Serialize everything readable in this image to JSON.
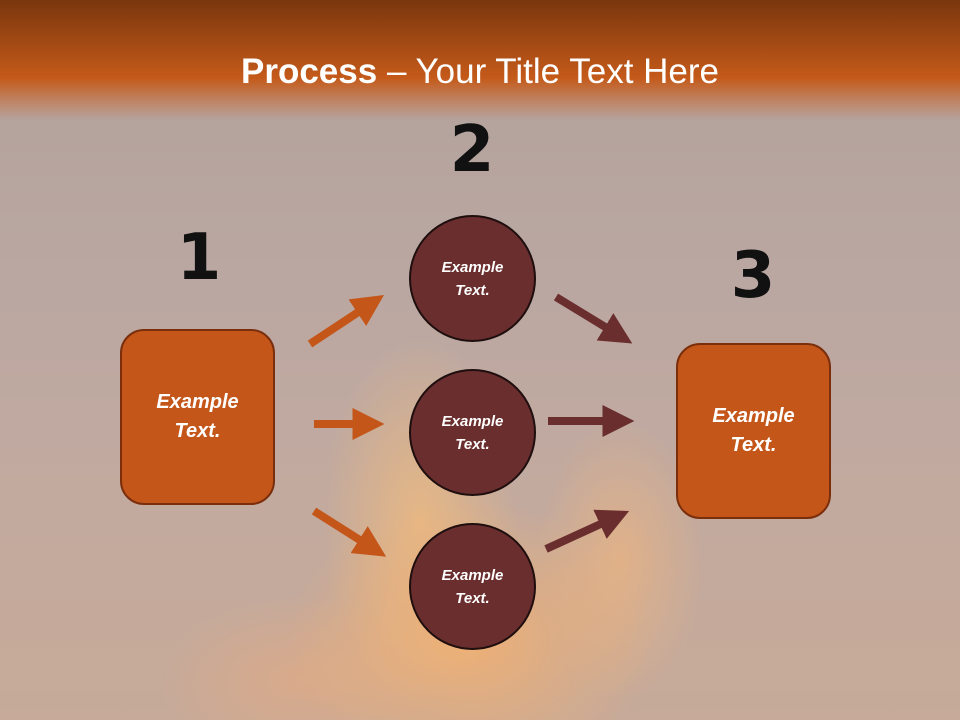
{
  "slide": {
    "title_bold": "Process",
    "title_rest": " – Your Title Text Here"
  },
  "steps": {
    "step1_number": "1",
    "step2_number": "2",
    "step3_number": "3"
  },
  "nodes": {
    "left_box": "Example Text.",
    "circle_top": "Example Text.",
    "circle_middle": "Example Text.",
    "circle_bottom": "Example Text.",
    "right_box": "Example Text."
  },
  "colors": {
    "header": "#c45a1a",
    "box_fill": "#c4561a",
    "circle_fill": "#6a2e2e",
    "arrow_left": "#c4561a",
    "arrow_right": "#6a2e2e"
  }
}
